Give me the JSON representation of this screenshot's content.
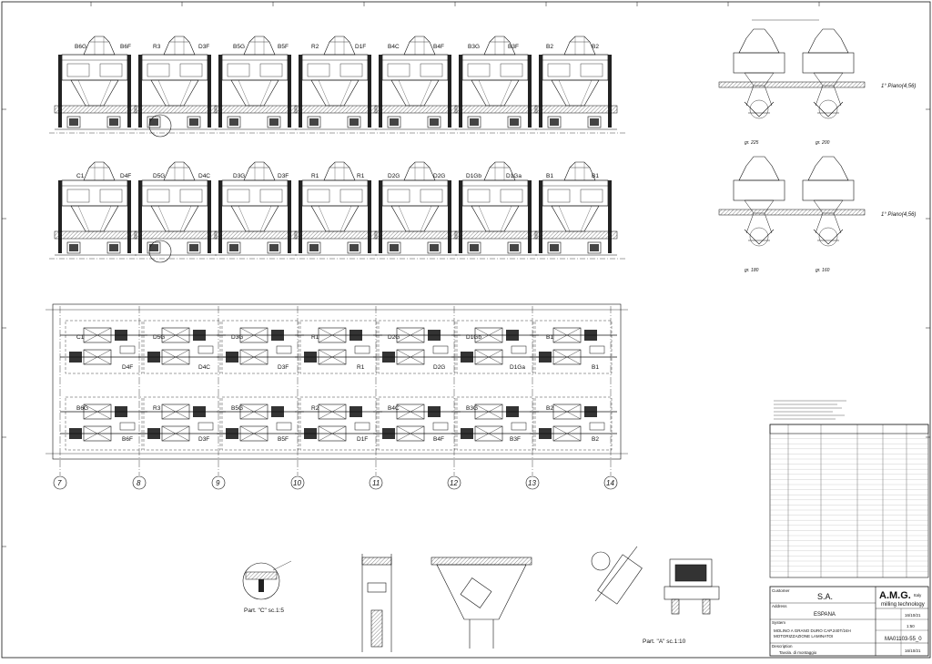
{
  "elevation_top": {
    "labels": [
      "B6G",
      "B6F",
      "R3",
      "D3F",
      "B5G",
      "B5F",
      "R2",
      "D1F",
      "B4C",
      "B4F",
      "B3G",
      "B3F",
      "B2",
      "B2"
    ]
  },
  "elevation_bottom": {
    "labels": [
      "C1",
      "D4F",
      "D5G",
      "D4C",
      "D3G",
      "D3F",
      "R1",
      "R1",
      "D2G",
      "D2G",
      "D1Gb",
      "D1Ga",
      "B1",
      "B1"
    ]
  },
  "plan": {
    "top_row": [
      "C1",
      "D5G",
      "D3G",
      "R1",
      "D2G",
      "D1Gb",
      "B1"
    ],
    "top_row_lower": [
      "D4F",
      "D4C",
      "D3F",
      "R1",
      "D2G",
      "D1Ga",
      "B1"
    ],
    "bottom_row": [
      "B6G",
      "R3",
      "B5G",
      "R2",
      "B4C",
      "B3G",
      "B2"
    ],
    "bottom_row_lower": [
      "B6F",
      "D3F",
      "B5F",
      "D1F",
      "B4F",
      "B3F",
      "B2"
    ],
    "grid_numbers": [
      "7",
      "8",
      "9",
      "10",
      "11",
      "12",
      "13",
      "14"
    ]
  },
  "side_views": {
    "plano_label": "1° Piano(4,56)",
    "grades_top": [
      "gr. 225",
      "gr. 200"
    ],
    "grades_bottom": [
      "gr. 180",
      "gr. 160"
    ]
  },
  "details": {
    "part_c": "Part. \"C\" sc.1:5",
    "part_a": "Part. \"A\" sc.1:10"
  },
  "title_block": {
    "customer_label": "Customer",
    "customer": "S.A.",
    "address_label": "Address",
    "address": "ESPANA",
    "system_label": "System",
    "system_line1": "MOLINO A GRANO DURO CAP.240T/24H",
    "system_line2": "MOTORIZZAZIONE LAMINATOI",
    "description_label": "Description",
    "description": "Tavola. di montaggio",
    "company": "A.M.G.",
    "company_country": "Italy",
    "company_sub": "milling technology",
    "drawing_no": "MA01103-55_0",
    "date": "16/10/21",
    "scale": "1:50"
  },
  "colors": {
    "line": "#111111",
    "background": "#ffffff",
    "hatch": "#333333"
  }
}
